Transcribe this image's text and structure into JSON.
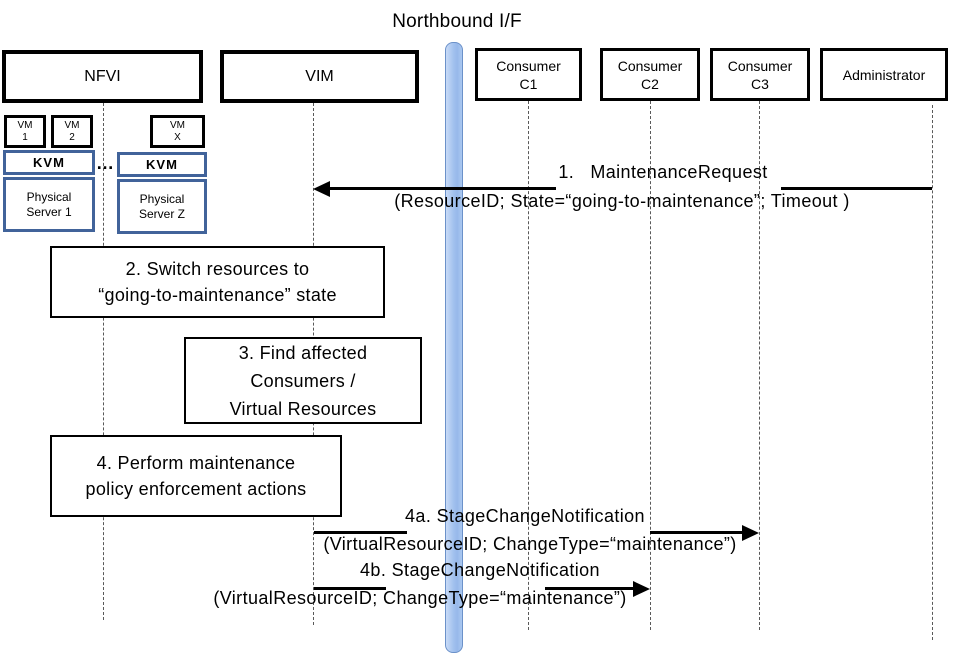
{
  "title": "Northbound I/F",
  "actors": {
    "nfvi": "NFVI",
    "vim": "VIM",
    "c1": "Consumer\nC1",
    "c2": "Consumer\nC2",
    "c3": "Consumer\nC3",
    "admin": "Administrator"
  },
  "nfvi_internals": {
    "vm1": "VM\n1",
    "vm2": "VM\n2",
    "vmx": "VM\nX",
    "kvm_left": "KVM",
    "kvm_right": "KVM",
    "dots": "…",
    "server_left": "Physical\nServer 1",
    "server_right": "Physical\nServer Z"
  },
  "actions": {
    "step2": "2. Switch resources to\n“going-to-maintenance” state",
    "step3": "3. Find affected\nConsumers /\nVirtual Resources",
    "step4": "4. Perform maintenance\npolicy enforcement actions"
  },
  "messages": {
    "m1": {
      "name": "1.   MaintenanceRequest",
      "params": "(ResourceID; State=“going-to-maintenance”; Timeout )",
      "from": "Administrator",
      "to": "VIM"
    },
    "m4a": {
      "name": "4a. StageChangeNotification",
      "params": "(VirtualResourceID; ChangeType=“maintenance”)",
      "from": "VIM",
      "to": "Consumer C3"
    },
    "m4b": {
      "name": "4b. StageChangeNotification",
      "params": "(VirtualResourceID; ChangeType=“maintenance”)",
      "from": "VIM",
      "to": "Consumer C2"
    }
  },
  "colors": {
    "actor_border": "#000000",
    "blue_box_border": "#41639a",
    "northbound_bar_fill": "#a3c2ee",
    "northbound_bar_border": "#6b91c9",
    "lifeline": "#595959",
    "arrow": "#000000",
    "background": "#ffffff"
  }
}
